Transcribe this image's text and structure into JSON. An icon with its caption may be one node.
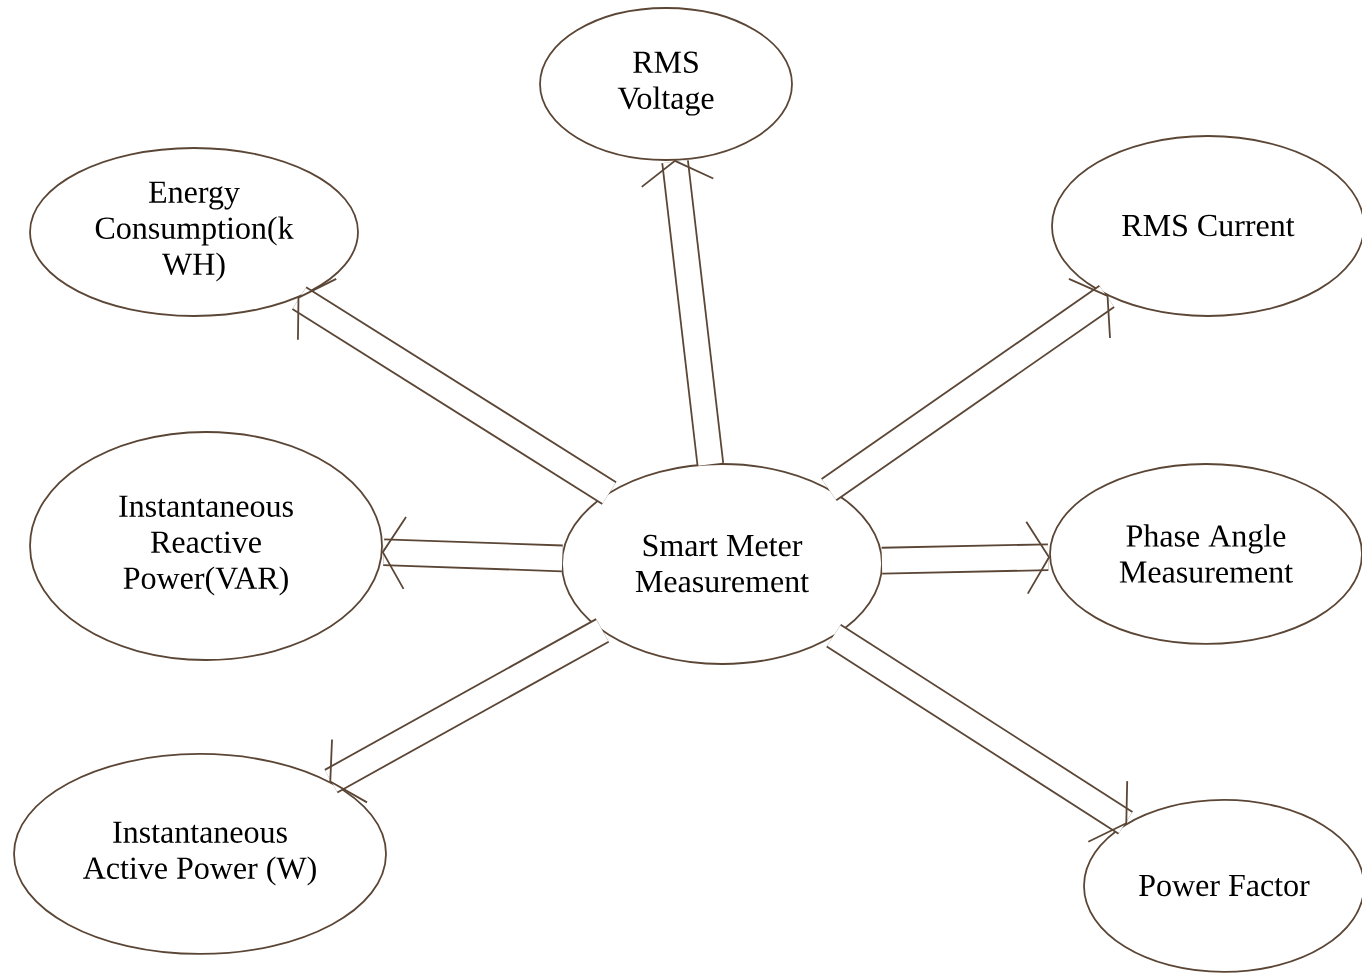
{
  "diagram": {
    "nodes": [
      {
        "text": [
          "RMS Voltage"
        ]
      },
      {
        "text": [
          "Energy Consumption(k WH)"
        ]
      },
      {
        "text": [
          "RMS Current"
        ]
      },
      {
        "text": [
          "Instantaneous Reactive Power(VAR)"
        ]
      },
      {
        "text": [
          "Smart Meter Measurement"
        ]
      },
      {
        "text": [
          "Phase Angle Measurement"
        ]
      },
      {
        "text": [
          "Instantaneous Active Power (W)"
        ]
      },
      {
        "text": [
          "Power Factor"
        ]
      }
    ],
    "edges": [
      {
        "from": 4,
        "to": 0,
        "arrow": "to"
      },
      {
        "from": 4,
        "to": 1,
        "arrow": "to"
      },
      {
        "from": 4,
        "to": 2,
        "arrow": "to"
      },
      {
        "from": 4,
        "to": 3,
        "arrow": "to"
      },
      {
        "from": 4,
        "to": 5,
        "arrow": "to"
      },
      {
        "from": 4,
        "to": 6,
        "arrow": "to"
      },
      {
        "from": 4,
        "to": 7,
        "arrow": "to"
      }
    ]
  }
}
